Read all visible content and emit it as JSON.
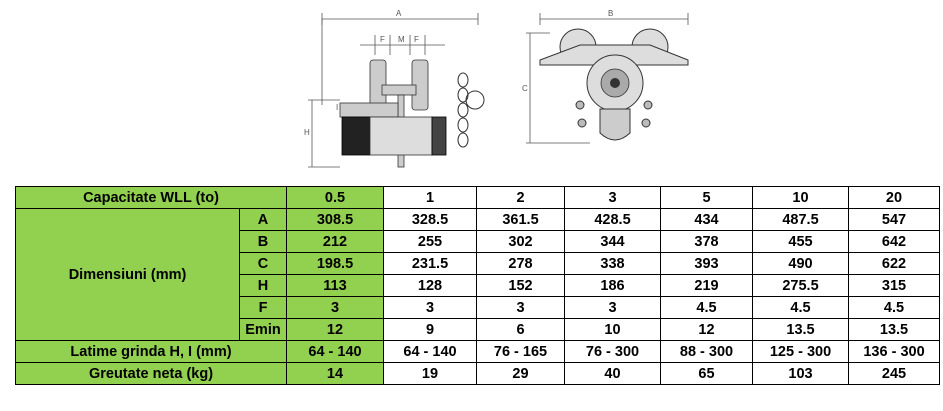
{
  "drawings": {
    "side_view_labels": {
      "a": "A",
      "f1": "F",
      "m": "M",
      "f2": "F",
      "h": "H",
      "i": "I"
    },
    "front_view_labels": {
      "b": "B",
      "c": "C"
    }
  },
  "table": {
    "capacity_label": "Capacitate WLL (to)",
    "capacities": [
      "0.5",
      "1",
      "2",
      "3",
      "5",
      "10",
      "20"
    ],
    "dimensions_label": "Dimensiuni (mm)",
    "dimension_rows": [
      {
        "label": "A",
        "values": [
          "308.5",
          "328.5",
          "361.5",
          "428.5",
          "434",
          "487.5",
          "547"
        ]
      },
      {
        "label": "B",
        "values": [
          "212",
          "255",
          "302",
          "344",
          "378",
          "455",
          "642"
        ]
      },
      {
        "label": "C",
        "values": [
          "198.5",
          "231.5",
          "278",
          "338",
          "393",
          "490",
          "622"
        ]
      },
      {
        "label": "H",
        "values": [
          "113",
          "128",
          "152",
          "186",
          "219",
          "275.5",
          "315"
        ]
      },
      {
        "label": "F",
        "values": [
          "3",
          "3",
          "3",
          "3",
          "4.5",
          "4.5",
          "4.5"
        ]
      },
      {
        "label": "Emin",
        "values": [
          "12",
          "9",
          "6",
          "10",
          "12",
          "13.5",
          "13.5"
        ]
      }
    ],
    "beam_width_label": "Latime grinda H, I (mm)",
    "beam_width_values": [
      "64 - 140",
      "64 - 140",
      "76 - 165",
      "76 - 300",
      "88 - 300",
      "125 - 300",
      "136 - 300"
    ],
    "weight_label": "Greutate neta (kg)",
    "weight_values": [
      "14",
      "19",
      "29",
      "40",
      "65",
      "103",
      "245"
    ]
  }
}
